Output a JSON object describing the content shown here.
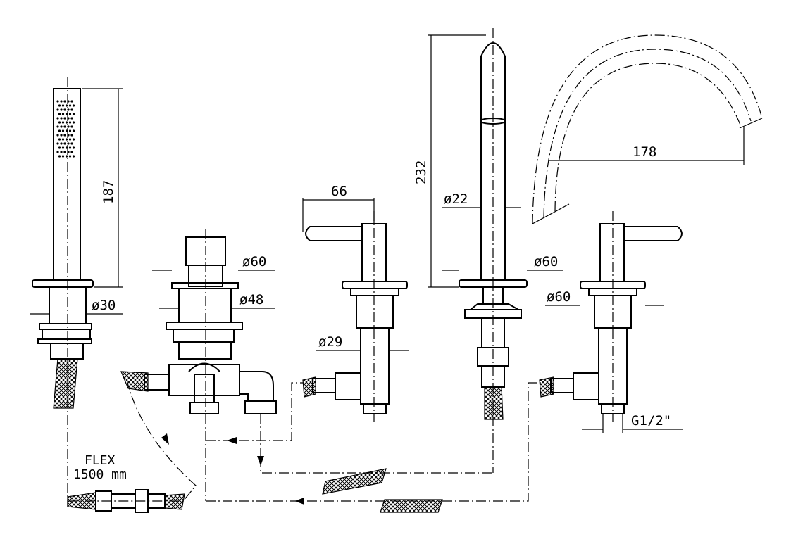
{
  "dimensions": {
    "hand_shower_height": "187",
    "hand_shower_base_dia": "ø30",
    "diverter_top_dia": "ø60",
    "diverter_body_dia": "ø48",
    "lever_reach": "66",
    "valve_body_dia": "ø29",
    "spout_height": "232",
    "spout_dia": "ø22",
    "spout_base_dia": "ø60",
    "spout_reach": "178",
    "right_valve_dia": "ø60",
    "thread_size": "G1/2\""
  },
  "flex_label": {
    "line1": "FLEX",
    "line2": "1500 mm"
  }
}
